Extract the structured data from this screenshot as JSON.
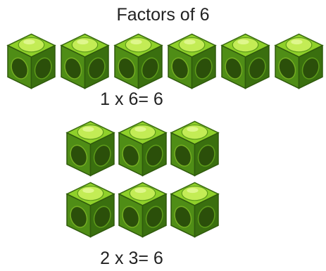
{
  "title": "Factors of 6",
  "arrangements": [
    {
      "equation": "1 x 6= 6",
      "rows": 1,
      "columns": 6
    },
    {
      "equation": "2 x 3= 6",
      "rows": 2,
      "columns": 3
    }
  ],
  "colors": {
    "cube_top": "#8fd02a",
    "cube_left": "#4f8d16",
    "cube_right": "#3a6f0f",
    "cube_circle_dark": "#2b4f0a",
    "cube_highlight": "#c3ec55",
    "text": "#222222"
  }
}
